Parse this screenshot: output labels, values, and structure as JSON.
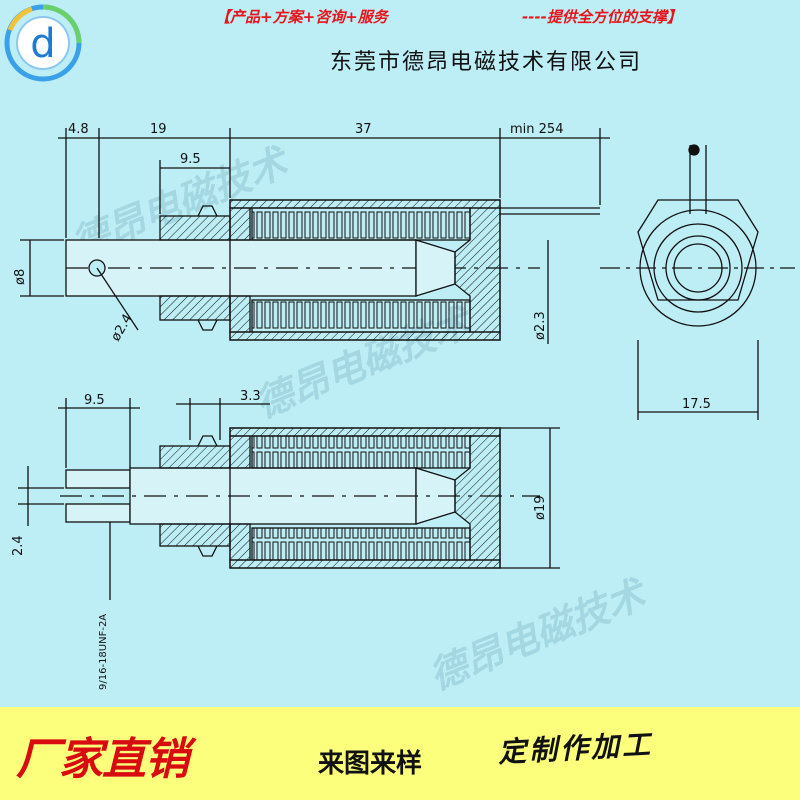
{
  "header": {
    "services": "【产品+方案+咨询+服务",
    "support": "----提供全方位的支撑】",
    "company": "东莞市德昂电磁技术有限公司"
  },
  "logo": {
    "letter": "d"
  },
  "watermark": {
    "text": "德昂电磁技术"
  },
  "dimensions": {
    "top_len_1": "4.8",
    "top_len_2": "19",
    "top_len_3": "37",
    "top_len_4": "min 254",
    "top_inner": "9.5",
    "dia_plunger": "ø8",
    "dia_pin_hole": "ø2.4",
    "dia_stop": "ø2.3",
    "end_width": "17.5",
    "bottom_len_1": "9.5",
    "bottom_len_2": "3.3",
    "dia_body": "ø19",
    "slot_width": "2.4",
    "thread": "9/16-18UNF-2A"
  },
  "footer": {
    "main": "厂家直销",
    "sample": "来图来样",
    "custom": "定制作加工"
  },
  "colors": {
    "background": "#bdeef6",
    "footer": "#fcff7c",
    "accent": "#e8141c"
  }
}
